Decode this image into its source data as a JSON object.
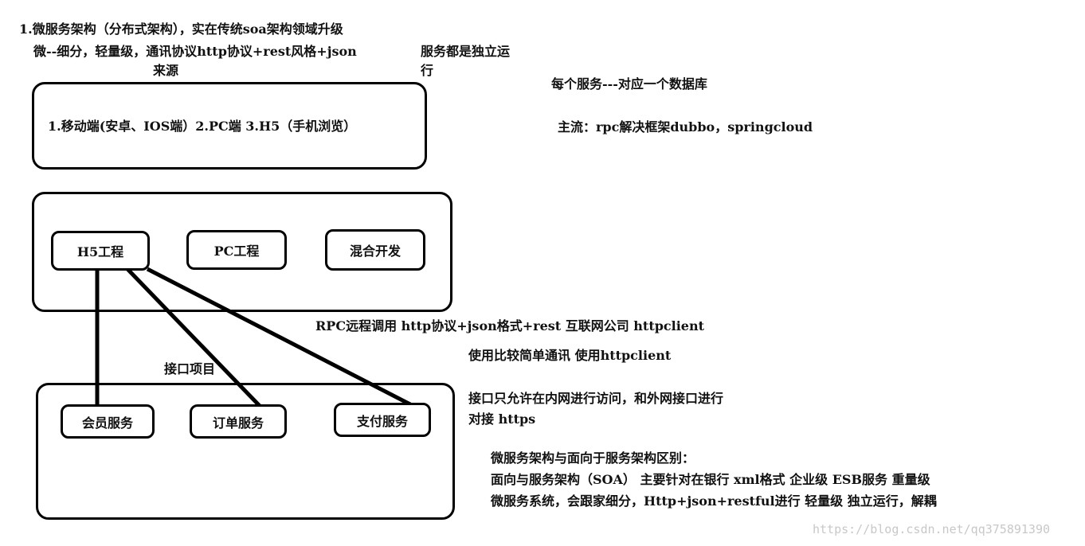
{
  "header": {
    "title": "1.微服务架构（分布式架构），实在传统soa架构领域升级",
    "sub_line1": "微--细分，轻量级，通讯协议http协议+rest风格+json",
    "sub_line2": "来源",
    "independent_line1": "服务都是独立运",
    "independent_line2": "行"
  },
  "right_notes": {
    "db_note": "每个服务---对应一个数据库",
    "mainstream": "主流：rpc解决框架dubbo，springcloud",
    "rpc_note": "RPC远程调用  http协议+json格式+rest 互联网公司 httpclient",
    "httpclient_note": "使用比较简单通讯  使用httpclient",
    "intranet_line1": "接口只允许在内网进行访问，和外网接口进行",
    "intranet_line2": "对接 https",
    "diff_title": "微服务架构与面向于服务架构区别：",
    "diff_soa": "面向与服务架构（SOA） 主要针对在银行 xml格式 企业级 ESB服务 重量级",
    "diff_micro": "微服务系统，会跟家细分，Http+json+restful进行 轻量级 独立运行，解耦"
  },
  "clients_box": {
    "text": "1.移动端(安卓、IOS端）2.PC端 3.H5（手机浏览）"
  },
  "projects_box": {
    "h5": "H5工程",
    "pc": "PC工程",
    "hybrid": "混合开发"
  },
  "interface_label": "接口项目",
  "services_box": {
    "member": "会员服务",
    "order": "订单服务",
    "payment": "支付服务"
  },
  "watermark": "https://blog.csdn.net/qq375891390"
}
